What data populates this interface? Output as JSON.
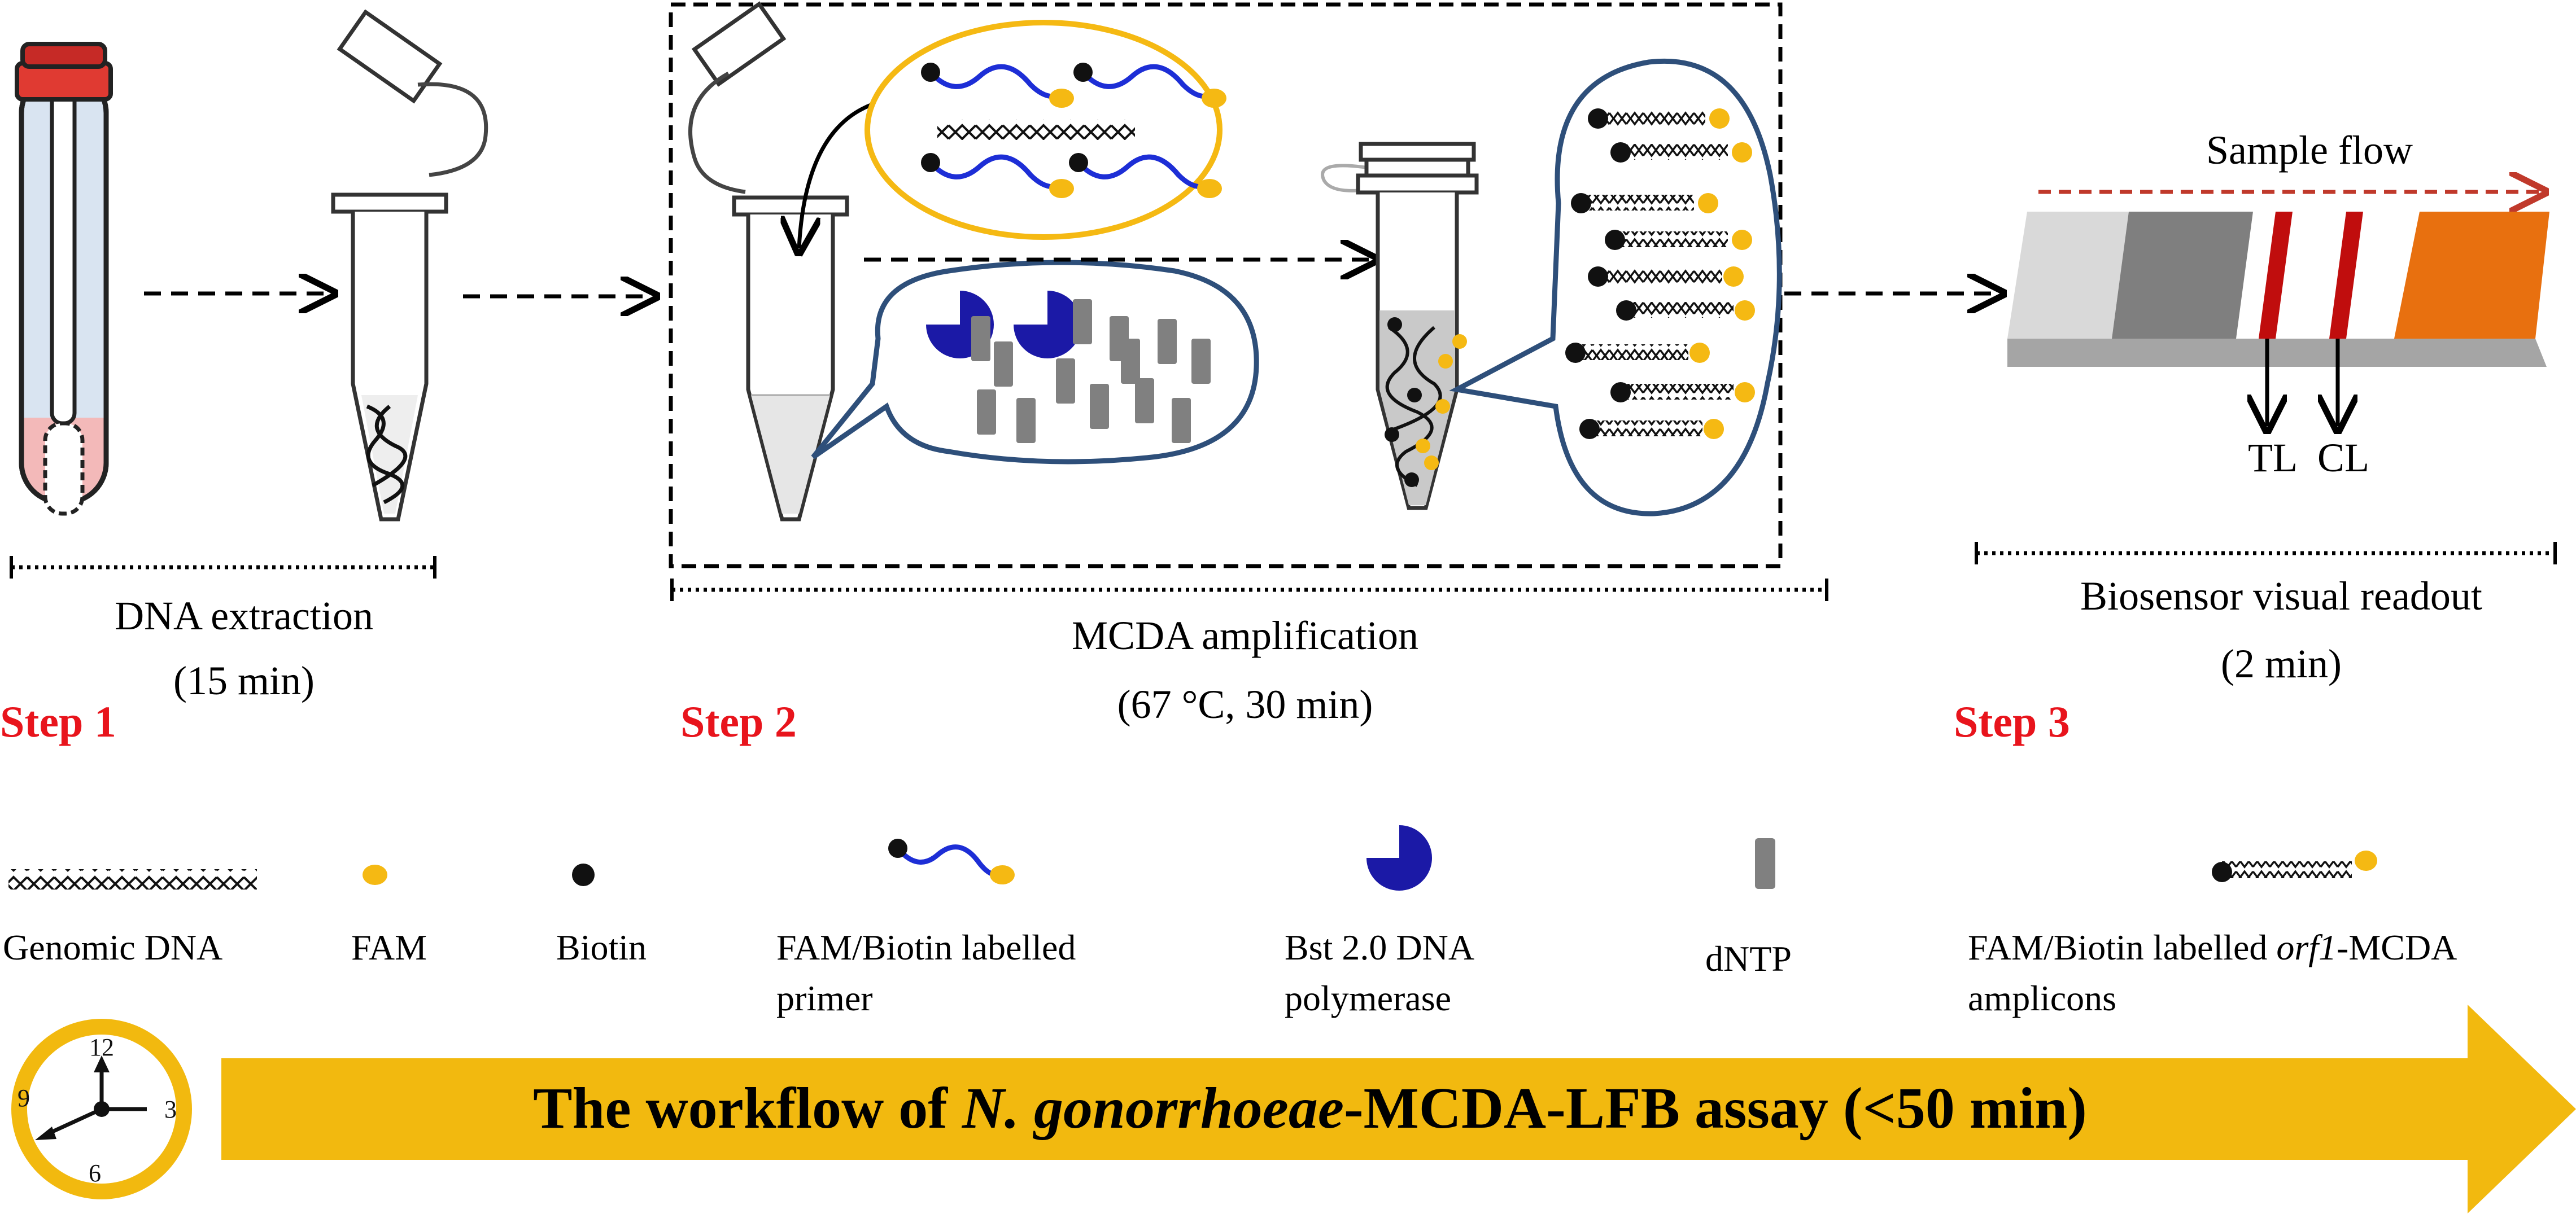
{
  "steps": {
    "step1": {
      "label": "Step 1",
      "title": "DNA extraction",
      "time": "(15 min)"
    },
    "step2": {
      "label": "Step 2",
      "title": "MCDA amplification",
      "time": "(67 °C, 30 min)"
    },
    "step3": {
      "label": "Step 3",
      "title": "Biosensor visual readout",
      "time": "(2 min)"
    }
  },
  "strip": {
    "flow_label": "Sample flow",
    "test_line_label": "TL",
    "control_line_label": "CL"
  },
  "legend": {
    "genomic_dna": "Genomic DNA",
    "fam": "FAM",
    "biotin": "Biotin",
    "primer_line1": "FAM/Biotin labelled",
    "primer_line2": "primer",
    "polymerase_line1": "Bst 2.0 DNA",
    "polymerase_line2": "polymerase",
    "dntp": "dNTP",
    "amplicon_line1_a": "FAM/Biotin labelled ",
    "amplicon_line1_b": "orf1",
    "amplicon_line1_c": "-MCDA",
    "amplicon_line2": "amplicons"
  },
  "clock": {
    "n12": "12",
    "n3": "3",
    "n6": "6",
    "n9": "9"
  },
  "banner": {
    "part1": "The workflow  of ",
    "part2": "N. gonorrhoeae",
    "part3": "-MCDA-LFB assay (<50 min)"
  },
  "colors": {
    "step_red": "#e8141c",
    "fam_yellow": "#f5b913",
    "primer_blue": "#1d2ed6",
    "polymerase_blue": "#1b19a6",
    "bubble_border": "#2e4f7a",
    "banner_yellow": "#f2b90f",
    "strip_orange": "#e8700f",
    "strip_red": "#c00d0d"
  },
  "icons": [
    "sample-tube-icon",
    "clock-icon",
    "dna-helix-icon",
    "polymerase-icon",
    "dntp-icon"
  ]
}
